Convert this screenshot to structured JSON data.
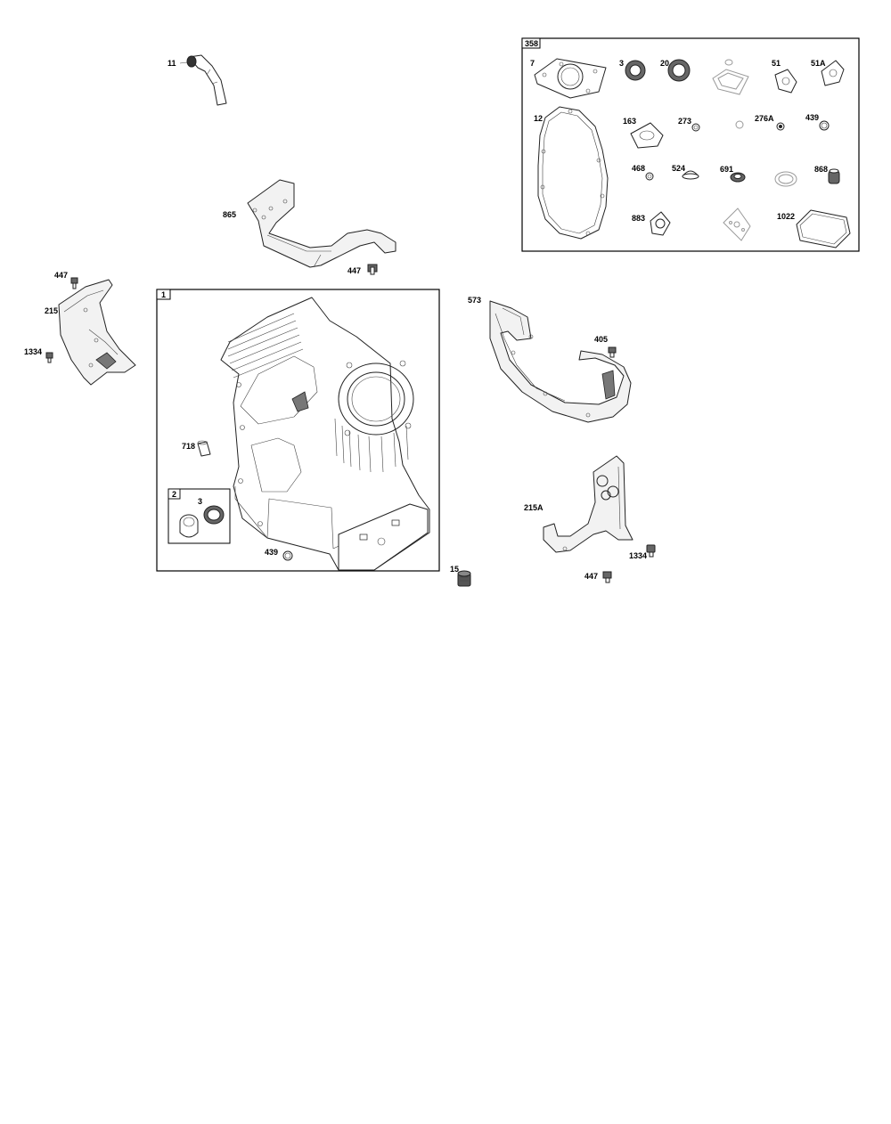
{
  "boxes": {
    "kit_358": "358",
    "block_1": "1",
    "bearing_2": "2"
  },
  "callouts": {
    "c11": "11",
    "c865": "865",
    "c447_bracket": "447",
    "c447_left": "447",
    "c215": "215",
    "c1334_left": "1334",
    "c718": "718",
    "c3_bearing": "3",
    "c439_block": "439",
    "c15": "15",
    "c573": "573",
    "c405": "405",
    "c215A": "215A",
    "c1334_right": "1334",
    "c447_right": "447",
    "k7": "7",
    "k3": "3",
    "k20": "20",
    "k51": "51",
    "k51A": "51A",
    "k12": "12",
    "k163": "163",
    "k273": "273",
    "k276A": "276A",
    "k439": "439",
    "k468": "468",
    "k524": "524",
    "k691": "691",
    "k868": "868",
    "k883": "883",
    "k1022": "1022"
  }
}
